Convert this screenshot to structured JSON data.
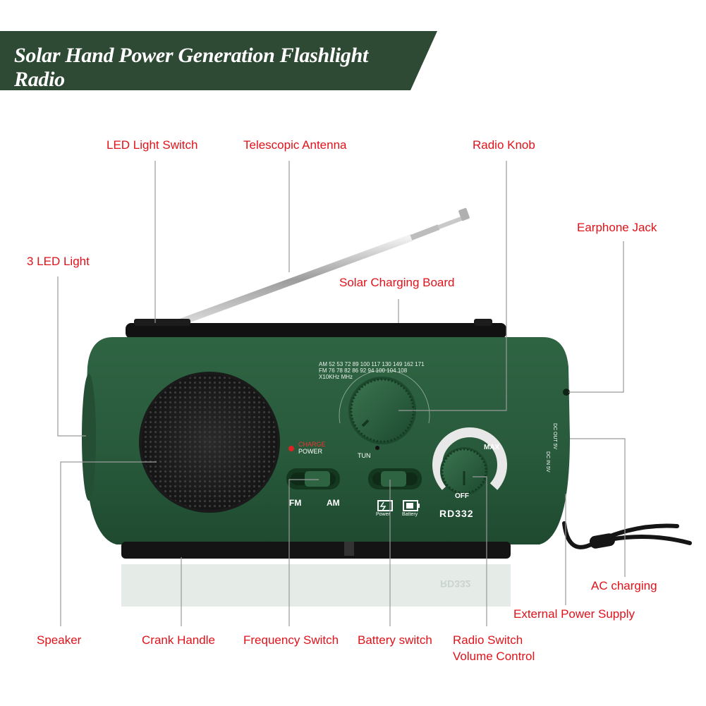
{
  "title": "Solar Hand Power Generation Flashlight Radio",
  "colors": {
    "banner": "#2e4a35",
    "callout_text": "#e0121a",
    "body_green": "#2d5a3d",
    "leader": "#9a9a9a"
  },
  "callouts": {
    "led_switch": "LED Light Switch",
    "antenna": "Telescopic Antenna",
    "radio_knob": "Radio Knob",
    "earphone_jack": "Earphone Jack",
    "led_light": "3 LED Light",
    "solar_board": "Solar Charging Board",
    "ac_charging": "AC charging",
    "external_power": "External Power Supply",
    "speaker": "Speaker",
    "crank": "Crank Handle",
    "freq_switch": "Frequency Switch",
    "battery_switch": "Battery switch",
    "radio_switch": "Radio Switch",
    "volume_control": "Volume Control"
  },
  "device": {
    "model": "RD332",
    "charge_label_1": "CHARGE",
    "charge_label_2": "POWER",
    "tun": "TUN",
    "fm": "FM",
    "am": "AM",
    "power": "Power",
    "battery": "Battery",
    "max": "MAX",
    "off": "OFF",
    "side_label_1": "DC OUT 5V",
    "side_label_2": "DC IN 5V",
    "reflection": "RD332",
    "dial": {
      "am_label": "AM",
      "fm_label": "FM",
      "am_scale": [
        "52",
        "53",
        "72",
        "89",
        "100",
        "117",
        "130",
        "149",
        "162",
        "171"
      ],
      "fm_scale": [
        "76",
        "78",
        "82",
        "86",
        "92",
        "94",
        "100",
        "104",
        "108"
      ],
      "unit_am": "X10KHz",
      "unit_fm": "MHz"
    }
  }
}
